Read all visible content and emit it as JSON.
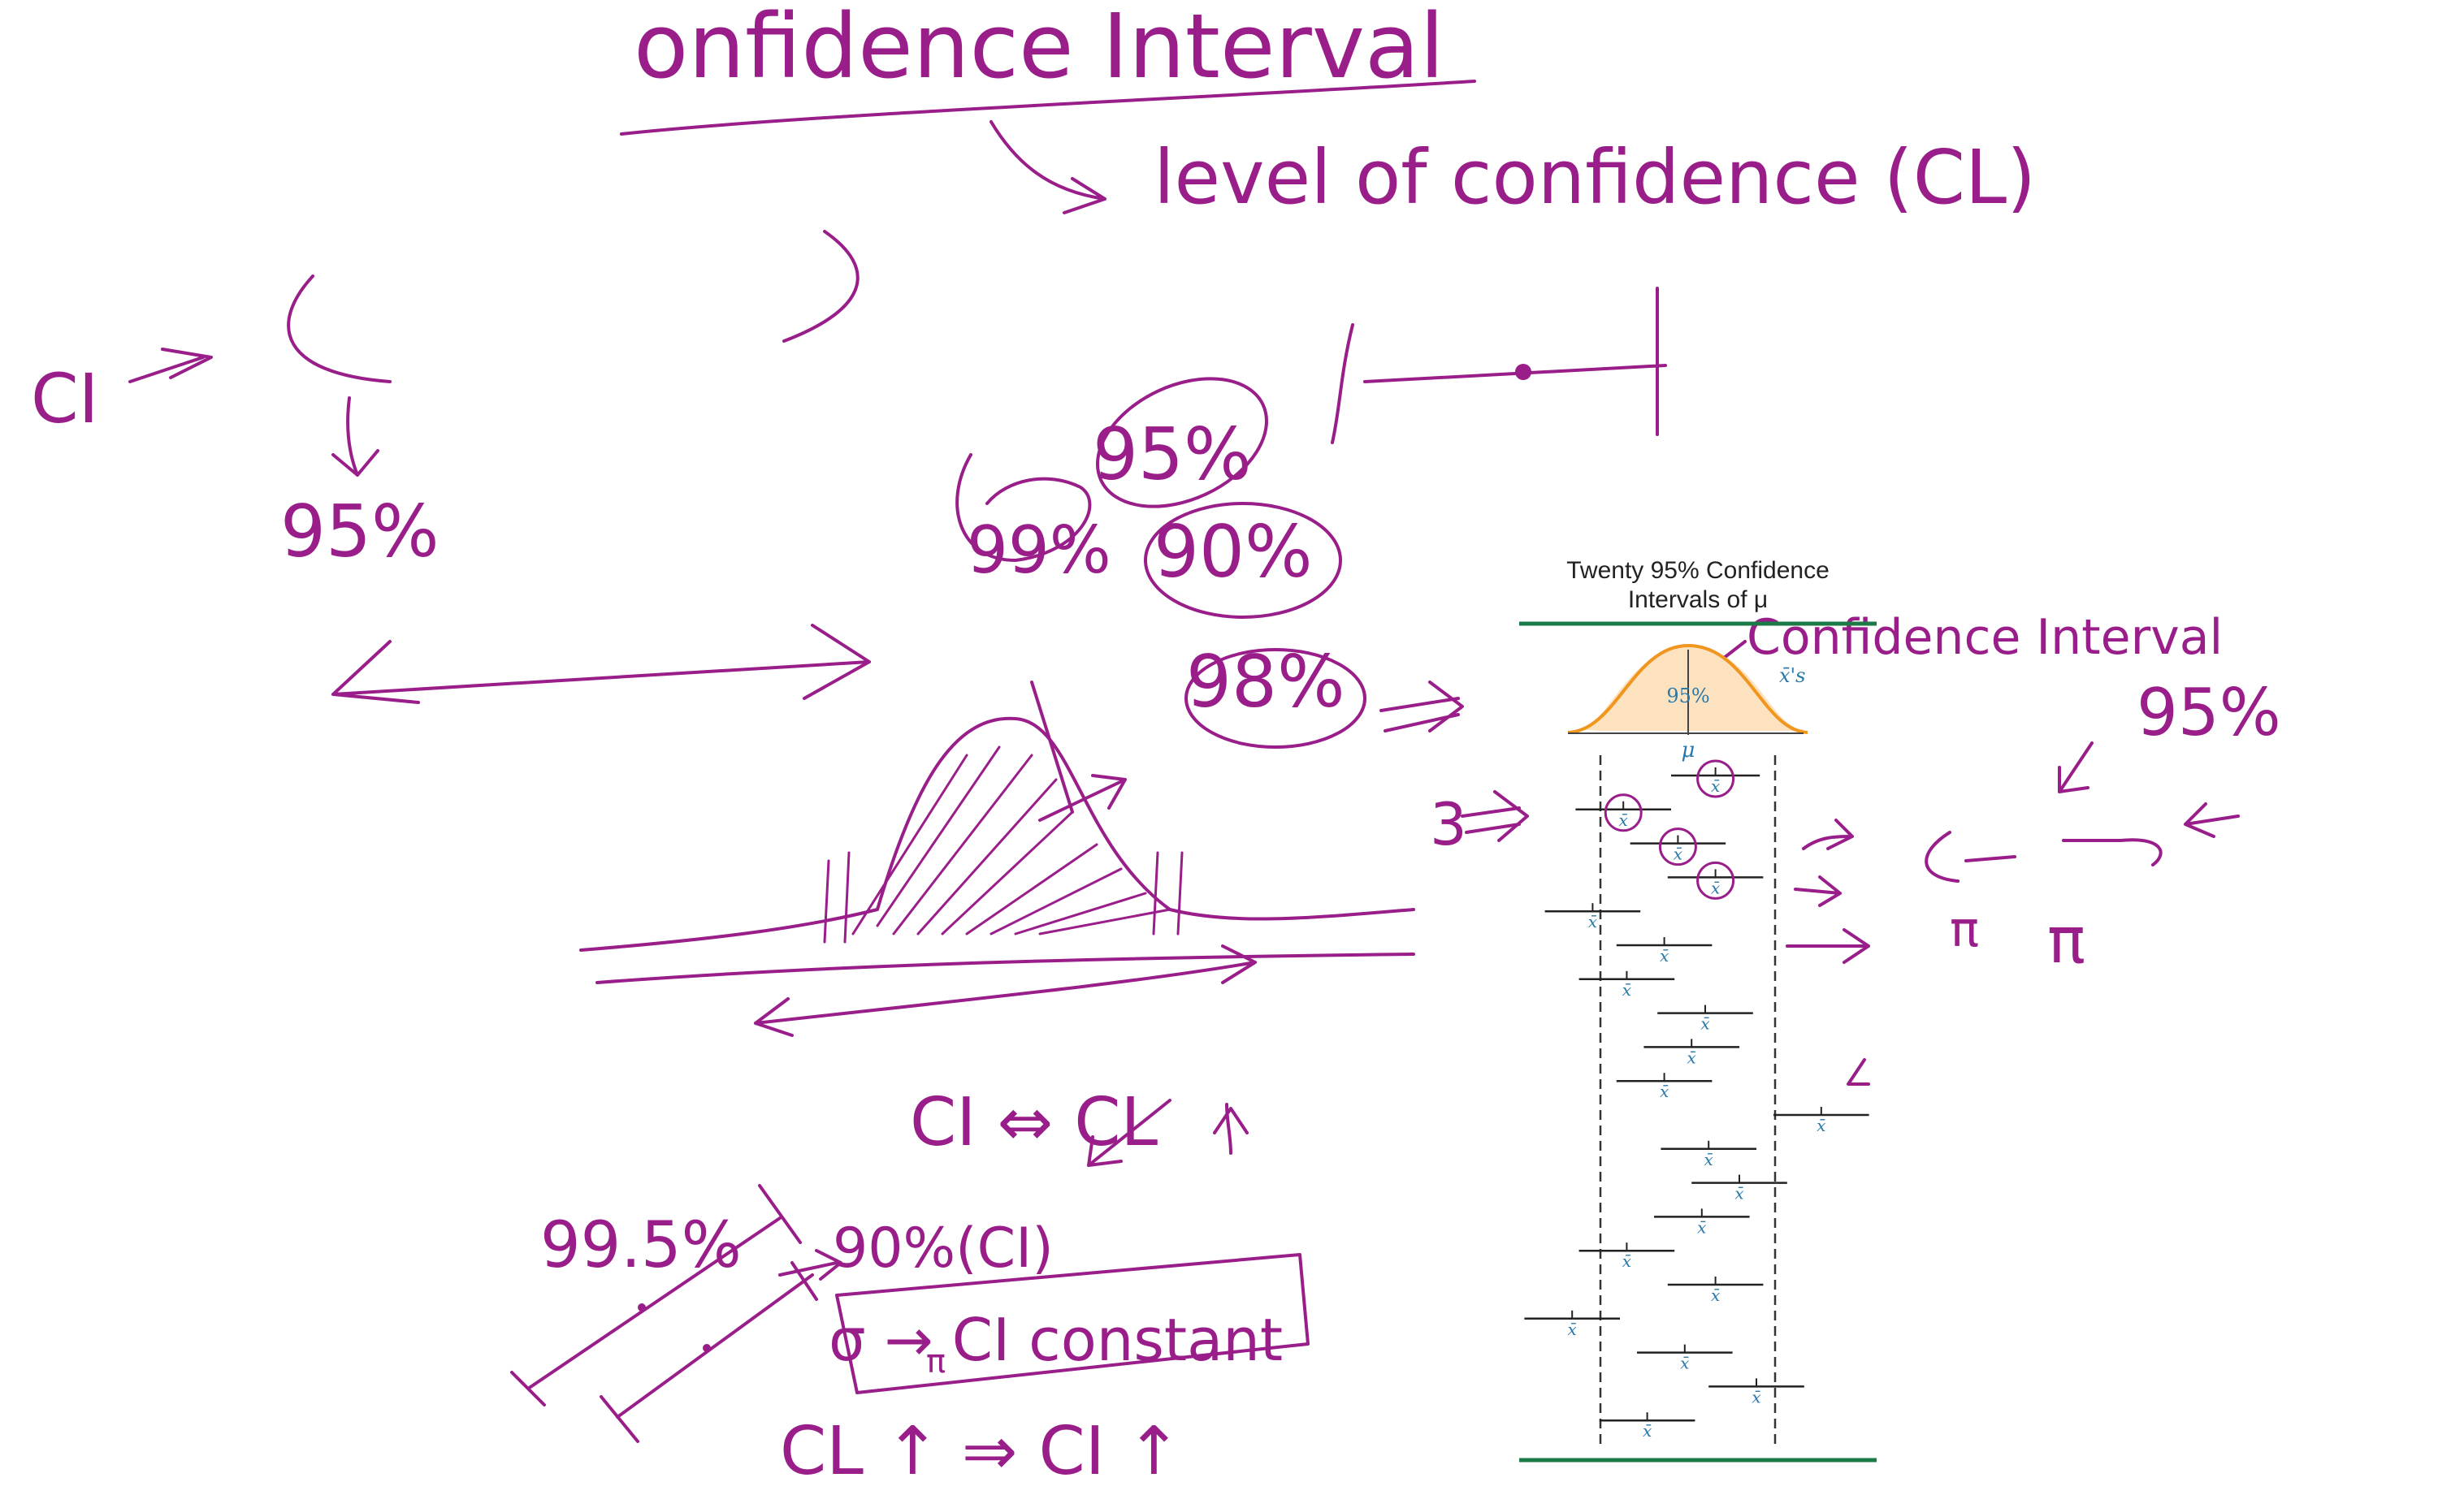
{
  "notes": {
    "title": "onfidence Interval",
    "level_of_confidence": "level of confidence (CL)",
    "ci_arrow": "CI",
    "pct_95_left": "95%",
    "pct_95": "95%",
    "pct_99": "99%",
    "pct_90": "90%",
    "pct_98": "98%",
    "three": "3",
    "ci_cl": "CI ⇔ CL",
    "pct_995": "99.5%",
    "pct_90_ci": "90%(CI)",
    "sigma_constant": "σ → CI constant",
    "pi_sign": "π",
    "cl_up_ci_up": "CL ↑ ⇒ CI ↑",
    "ci_annotation": "Confidence Interval",
    "pct_95_right": "95%",
    "pi_right": "π"
  },
  "figure": {
    "title_line1": "Twenty 95% Confidence",
    "title_line2": "Intervals of μ",
    "curve_label": "95%",
    "xbar_label": "x̄'s",
    "mu_label": "μ",
    "xbar_mark": "x̄",
    "intervals": [
      {
        "center": 0.16,
        "lower": -0.1,
        "upper": 0.42,
        "circled": true
      },
      {
        "center": -0.38,
        "lower": -0.66,
        "upper": -0.1,
        "circled": true
      },
      {
        "center": -0.06,
        "lower": -0.34,
        "upper": 0.22,
        "circled": true
      },
      {
        "center": 0.16,
        "lower": -0.12,
        "upper": 0.44,
        "circled": true
      },
      {
        "center": -0.56,
        "lower": -0.84,
        "upper": -0.28,
        "circled": false
      },
      {
        "center": -0.14,
        "lower": -0.42,
        "upper": 0.14,
        "circled": false
      },
      {
        "center": -0.36,
        "lower": -0.64,
        "upper": -0.08,
        "circled": false
      },
      {
        "center": 0.1,
        "lower": -0.18,
        "upper": 0.38,
        "circled": false
      },
      {
        "center": 0.02,
        "lower": -0.26,
        "upper": 0.3,
        "circled": false
      },
      {
        "center": -0.14,
        "lower": -0.42,
        "upper": 0.14,
        "circled": false
      },
      {
        "center": 0.78,
        "lower": 0.5,
        "upper": 1.06,
        "circled": false
      },
      {
        "center": 0.12,
        "lower": -0.16,
        "upper": 0.4,
        "circled": false
      },
      {
        "center": 0.3,
        "lower": 0.02,
        "upper": 0.58,
        "circled": false
      },
      {
        "center": 0.08,
        "lower": -0.2,
        "upper": 0.36,
        "circled": false
      },
      {
        "center": -0.36,
        "lower": -0.64,
        "upper": -0.08,
        "circled": false
      },
      {
        "center": 0.16,
        "lower": -0.12,
        "upper": 0.44,
        "circled": false
      },
      {
        "center": -0.68,
        "lower": -0.96,
        "upper": -0.4,
        "circled": false
      },
      {
        "center": -0.02,
        "lower": -0.3,
        "upper": 0.26,
        "circled": false
      },
      {
        "center": 0.4,
        "lower": 0.12,
        "upper": 0.68,
        "circled": false
      },
      {
        "center": -0.24,
        "lower": -0.52,
        "upper": 0.04,
        "circled": false
      }
    ]
  },
  "colors": {
    "ink": "#9a1e8a",
    "figure_green": "#1b7a45",
    "curve_orange": "#f0961e",
    "curve_fill": "#fde2c0",
    "label_blue": "#2a79a8"
  }
}
